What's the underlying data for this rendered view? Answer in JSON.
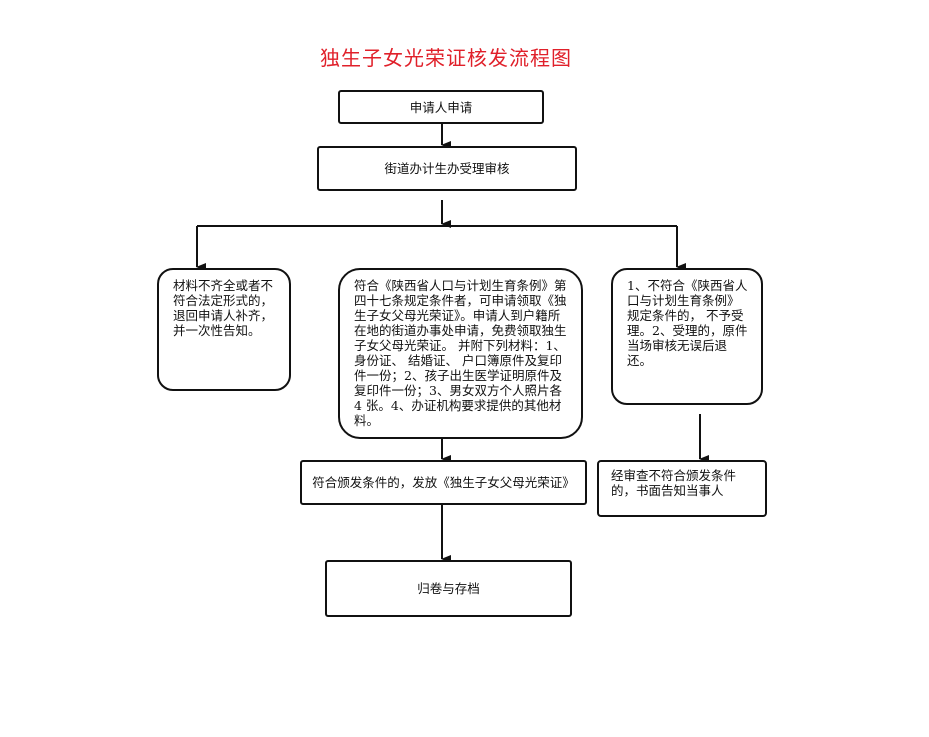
{
  "title": "独生子女光荣证核发流程图",
  "steps": {
    "apply": "申请人申请",
    "review": "街道办计生办受理审核",
    "incomplete": "材料不齐全或者不符合法定形式的，退回申请人补齐，并一次性告知。",
    "eligible": "符合《陕西省人口与计划生育条例》第四十七条规定条件者，可申请领取《独生子女父母光荣证》。申请人到户籍所在地的街道办事处申请，免费领取独生子女父母光荣证。 并附下列材料：1、身份证、 结婚证、 户口簿原件及复印件一份；2、孩子出生医学证明原件及复印件一份；3、男女双方个人照片各 4 张。4、办证机构要求提供的其他材料。",
    "not_eligible": "1、不符合《陕西省人口与计划生育条例》规定条件的， 不予受理。2、受理的，原件当场审核无误后退还。",
    "issue": "符合颁发条件的，发放《独生子女父母光荣证》",
    "notify": "经审查不符合颁发条件的，书面告知当事人",
    "archive": "归卷与存档"
  }
}
